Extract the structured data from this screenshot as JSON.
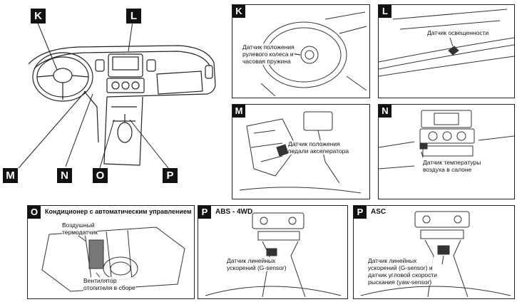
{
  "overview": {
    "badges": {
      "k": "K",
      "l": "L",
      "m": "M",
      "n": "N",
      "o": "O",
      "p": "P"
    }
  },
  "panels": {
    "k": {
      "letter": "K",
      "label": "Датчик положения\nрулевого колеса и\nчасовая пружина"
    },
    "l": {
      "letter": "L",
      "label": "Датчик освещенности"
    },
    "m": {
      "letter": "M",
      "label": "Датчик положения\nпедали акселератора"
    },
    "n": {
      "letter": "N",
      "label": "Датчик температуры\nвоздуха в салоне"
    },
    "o": {
      "letter": "O",
      "title": "Кондиционер с автоматическим управлением",
      "label1": "Воздушный\nтермодатчик",
      "label2": "Вентилятор\nотопителя в сборе"
    },
    "p_abs": {
      "letter": "P",
      "title": "ABS - 4WD",
      "label": "Датчик линейных\nускорений (G-sensor)"
    },
    "p_asc": {
      "letter": "P",
      "title": "ASC",
      "label": "Датчик линейных\nускорений (G-sensor) и\nдатчик угловой скорости\nрыскания (yaw-sensor)"
    }
  }
}
